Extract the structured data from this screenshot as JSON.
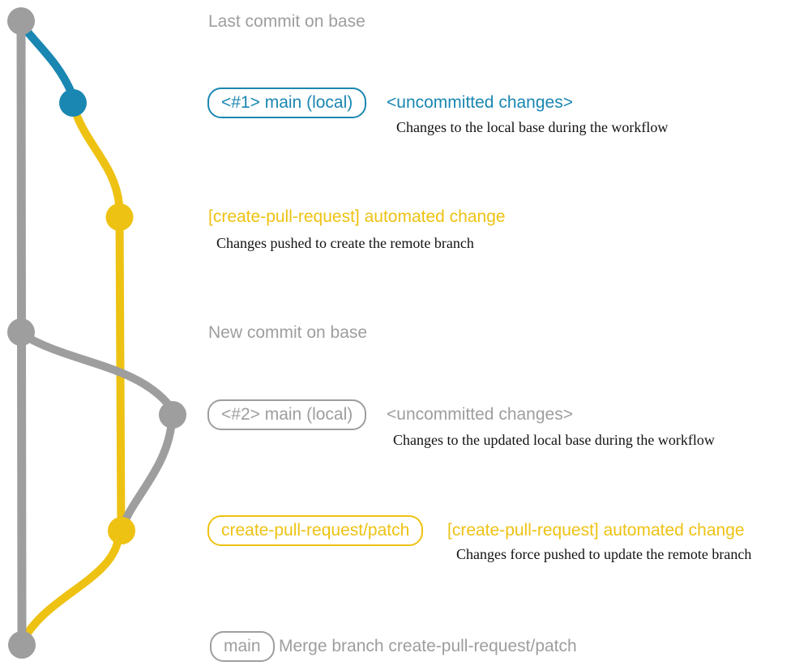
{
  "graph": {
    "branch_colors": {
      "base": "#9e9e9e",
      "local_main": "#1a87b2",
      "patch": "#eec213"
    }
  },
  "rows": {
    "row1": {
      "heading": "Last commit on base"
    },
    "row2": {
      "badge": "<#1> main (local)",
      "tag": "<uncommitted changes>",
      "note": "Changes to the local base during the workflow"
    },
    "row3": {
      "title": "[create-pull-request] automated change",
      "note": "Changes pushed to create the remote branch"
    },
    "row4": {
      "heading": "New commit on base"
    },
    "row5": {
      "badge": "<#2> main (local)",
      "tag": "<uncommitted changes>",
      "note": "Changes to the updated local base during the workflow"
    },
    "row6": {
      "badge": "create-pull-request/patch",
      "title": "[create-pull-request] automated change",
      "note": "Changes force pushed to update the remote branch"
    },
    "row7": {
      "badge": "main",
      "message": "Merge branch create-pull-request/patch"
    }
  }
}
